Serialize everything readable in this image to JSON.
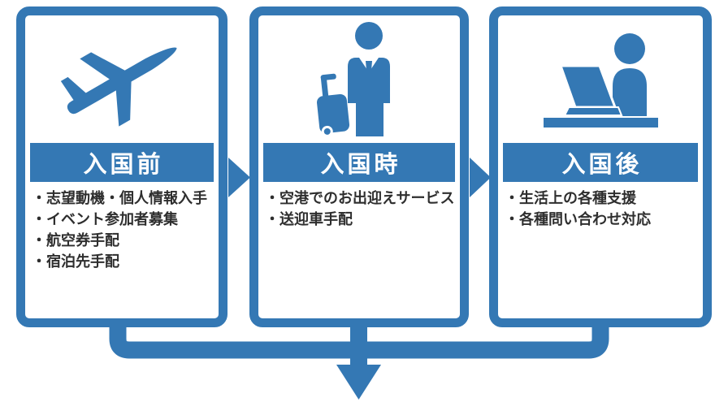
{
  "colors": {
    "accent": "#3478b4",
    "text": "#2e2e2e",
    "panel_background": "#ffffff",
    "header_text": "#ffffff"
  },
  "panels": [
    {
      "id": "before-entry",
      "title": "入国前",
      "icon": "airplane-takeoff-icon",
      "items": [
        "・志望動機・個人情報入手",
        "・イベント参加者募集",
        "・航空券手配",
        "・宿泊先手配"
      ]
    },
    {
      "id": "at-entry",
      "title": "入国時",
      "icon": "traveler-with-suitcase-icon",
      "items": [
        "・空港でのお出迎えサービス",
        "・送迎車手配"
      ]
    },
    {
      "id": "after-entry",
      "title": "入国後",
      "icon": "person-at-desk-icon",
      "items": [
        "・生活上の各種支援",
        "・各種問い合わせ対応"
      ]
    }
  ],
  "flow": {
    "between_arrows": [
      "flow-arrow-right-icon",
      "flow-arrow-right-icon"
    ],
    "merge_arrow": "down-arrow-icon"
  }
}
